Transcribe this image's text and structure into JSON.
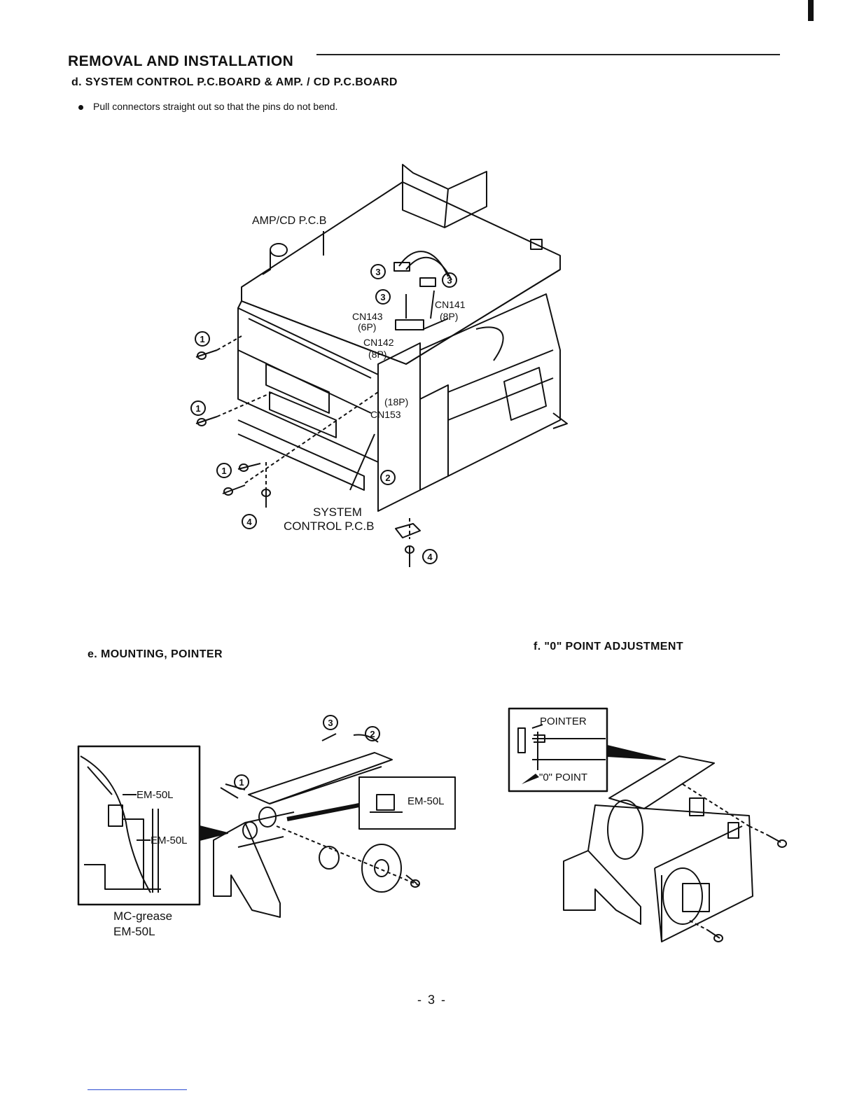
{
  "header": {
    "title": "REMOVAL AND INSTALLATION"
  },
  "section_d": {
    "heading": "d.  SYSTEM CONTROL P.C.BOARD & AMP. / CD P.C.BOARD",
    "note": "Pull connectors straight out so that the pins do not bend.",
    "labels": {
      "amp_cd_pcb": "AMP/CD P.C.B",
      "cn141": "CN141",
      "cn141_pins": "(8P)",
      "cn143": "CN143",
      "cn143_pins": "(6P)",
      "cn142": "CN142",
      "cn142_pins": "(8P)",
      "cn153": "CN153",
      "cn153_pins": "(18P)",
      "system": "SYSTEM",
      "control_pcb": "CONTROL P.C.B"
    },
    "step_numbers": [
      "1",
      "2",
      "3",
      "4"
    ]
  },
  "section_e": {
    "heading": "e.  MOUNTING, POINTER",
    "labels": {
      "em50l": "EM-50L"
    },
    "grease_caption_line1": "MC-grease",
    "grease_caption_line2": "EM-50L"
  },
  "section_f": {
    "heading": "f.   \"0\" POINT ADJUSTMENT",
    "labels": {
      "pointer": "POINTER",
      "zero_point": "\"0\" POINT"
    }
  },
  "footer": {
    "page_number": "- 3 -"
  }
}
